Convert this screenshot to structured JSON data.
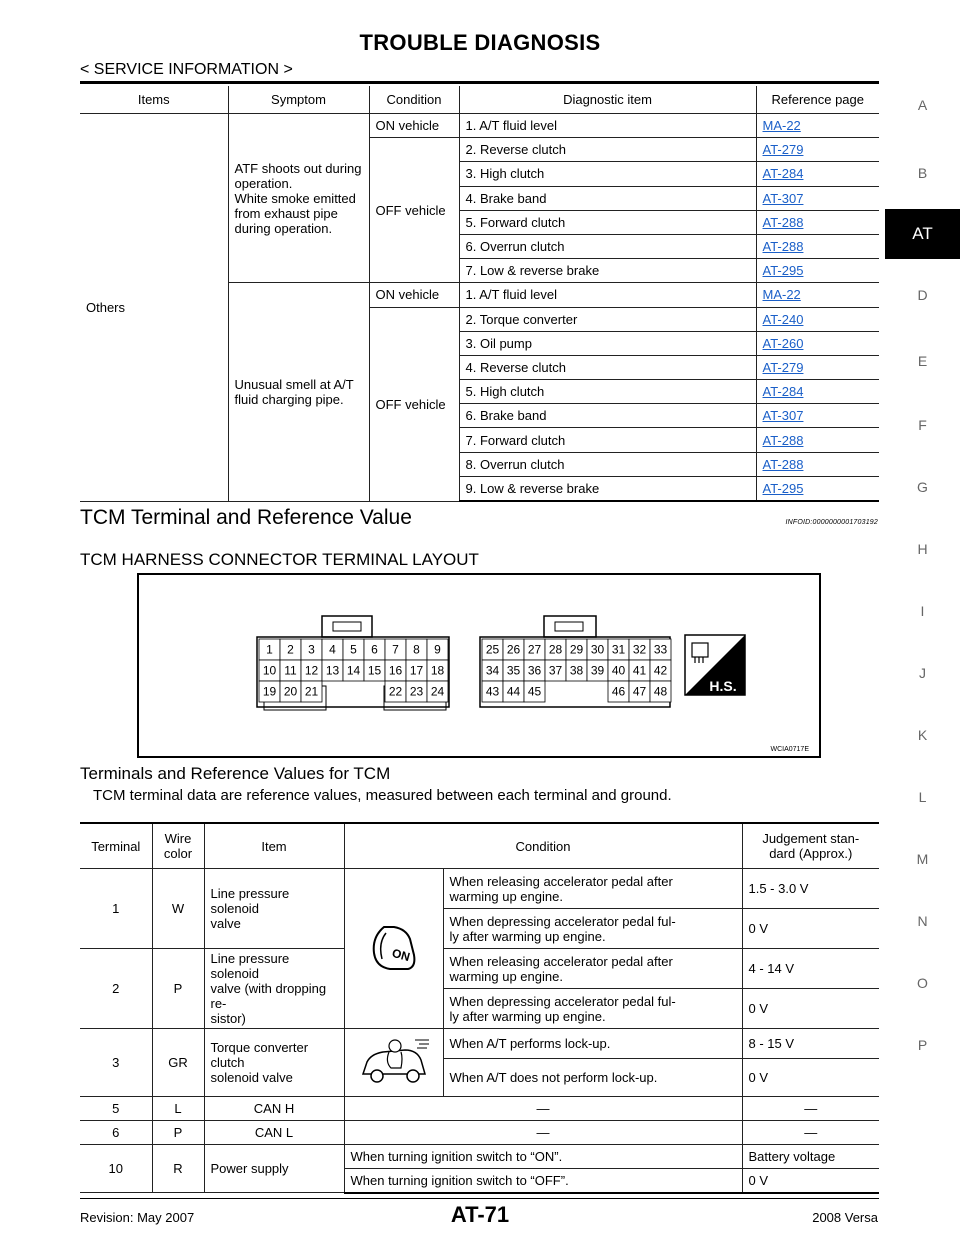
{
  "header": {
    "title": "TROUBLE DIAGNOSIS",
    "section": "< SERVICE INFORMATION >"
  },
  "side_tabs": [
    "A",
    "B",
    "AT",
    "D",
    "E",
    "F",
    "G",
    "H",
    "I",
    "J",
    "K",
    "L",
    "M",
    "N",
    "O",
    "P"
  ],
  "active_tab": "AT",
  "diag_table": {
    "headers": [
      "Items",
      "Symptom",
      "Condition",
      "Diagnostic item",
      "Reference page"
    ],
    "item": "Others",
    "groups": [
      {
        "symptom": [
          "ATF shoots out during",
          "operation.",
          "White smoke emitted",
          "from exhaust pipe",
          "during operation."
        ],
        "on_condition": "ON vehicle",
        "off_condition": "OFF vehicle",
        "rows": [
          {
            "item": "1. A/T fluid level",
            "ref": "MA-22"
          },
          {
            "item": "2. Reverse clutch",
            "ref": "AT-279"
          },
          {
            "item": "3. High clutch",
            "ref": "AT-284"
          },
          {
            "item": "4. Brake band",
            "ref": "AT-307"
          },
          {
            "item": "5. Forward clutch",
            "ref": "AT-288"
          },
          {
            "item": "6. Overrun clutch",
            "ref": "AT-288"
          },
          {
            "item": "7. Low & reverse brake",
            "ref": "AT-295"
          }
        ]
      },
      {
        "symptom": [
          "Unusual smell at A/T",
          "fluid charging pipe."
        ],
        "on_condition": "ON vehicle",
        "off_condition": "OFF vehicle",
        "rows": [
          {
            "item": "1. A/T fluid level",
            "ref": "MA-22"
          },
          {
            "item": "2. Torque converter",
            "ref": "AT-240"
          },
          {
            "item": "3. Oil pump",
            "ref": "AT-260"
          },
          {
            "item": "4. Reverse clutch",
            "ref": "AT-279"
          },
          {
            "item": "5. High clutch",
            "ref": "AT-284"
          },
          {
            "item": "6. Brake band",
            "ref": "AT-307"
          },
          {
            "item": "7. Forward clutch",
            "ref": "AT-288"
          },
          {
            "item": "8. Overrun clutch",
            "ref": "AT-288"
          },
          {
            "item": "9. Low & reverse brake",
            "ref": "AT-295"
          }
        ]
      }
    ]
  },
  "section2": {
    "title": "TCM Terminal and Reference Value",
    "infoid": "INFOID:0000000001703192"
  },
  "layout_heading": "TCM HARNESS CONNECTOR TERMINAL LAYOUT",
  "connector": {
    "left": [
      [
        "1",
        "2",
        "3",
        "4",
        "5",
        "6",
        "7",
        "8",
        "9"
      ],
      [
        "10",
        "11",
        "12",
        "13",
        "14",
        "15",
        "16",
        "17",
        "18"
      ],
      [
        "19",
        "20",
        "21",
        "22",
        "23",
        "24"
      ]
    ],
    "right": [
      [
        "25",
        "26",
        "27",
        "28",
        "29",
        "30",
        "31",
        "32",
        "33"
      ],
      [
        "34",
        "35",
        "36",
        "37",
        "38",
        "39",
        "40",
        "41",
        "42"
      ],
      [
        "43",
        "44",
        "45",
        "46",
        "47",
        "48"
      ]
    ],
    "badge": "H.S.",
    "figure_id": "WCIA0717E"
  },
  "terminals_heading": "Terminals and Reference Values for TCM",
  "terminals_note": "TCM terminal data are reference values, measured between each terminal and ground.",
  "terminal_table": {
    "headers": [
      "Terminal",
      "Wire color",
      "Item",
      "Condition",
      "Judgement standard (Approx.)"
    ],
    "header_lines": {
      "wire": [
        "Wire",
        "color"
      ],
      "judge": [
        "Judgement stan-",
        "dard (Approx.)"
      ]
    },
    "ign_label": "ON",
    "rows": [
      {
        "terminal": "1",
        "wire": "W",
        "item": [
          "Line pressure solenoid",
          "valve"
        ],
        "conditions": [
          {
            "text": [
              "When releasing accelerator pedal after",
              "warming up engine."
            ],
            "value": "1.5 - 3.0 V"
          },
          {
            "text": [
              "When depressing accelerator pedal ful-",
              "ly after warming up engine."
            ],
            "value": "0 V"
          }
        ]
      },
      {
        "terminal": "2",
        "wire": "P",
        "item": [
          "Line pressure solenoid",
          "valve (with dropping re-",
          "sistor)"
        ],
        "conditions": [
          {
            "text": [
              "When releasing accelerator pedal after",
              "warming up engine."
            ],
            "value": "4 - 14 V"
          },
          {
            "text": [
              "When depressing accelerator pedal ful-",
              "ly after warming up engine."
            ],
            "value": "0 V"
          }
        ]
      },
      {
        "terminal": "3",
        "wire": "GR",
        "item": [
          "Torque converter clutch",
          "solenoid valve"
        ],
        "conditions": [
          {
            "text": [
              "When A/T performs lock-up."
            ],
            "value": "8 - 15 V"
          },
          {
            "text": [
              "When A/T does not perform lock-up."
            ],
            "value": "0 V"
          }
        ]
      },
      {
        "terminal": "5",
        "wire": "L",
        "item": "CAN H",
        "condition": "—",
        "value": "—"
      },
      {
        "terminal": "6",
        "wire": "P",
        "item": "CAN L",
        "condition": "—",
        "value": "—"
      },
      {
        "terminal": "10",
        "wire": "R",
        "item": "Power supply",
        "conditions": [
          {
            "text": [
              "When turning ignition switch to “ON”."
            ],
            "value": "Battery voltage"
          },
          {
            "text": [
              "When turning ignition switch to “OFF”."
            ],
            "value": "0 V"
          }
        ]
      }
    ]
  },
  "footer": {
    "revision": "Revision: May 2007",
    "page": "AT-71",
    "model": "2008 Versa"
  },
  "colors": {
    "link": "#1a5fc8",
    "tab_active_bg": "#000000",
    "tab_inactive_text": "#666666"
  }
}
